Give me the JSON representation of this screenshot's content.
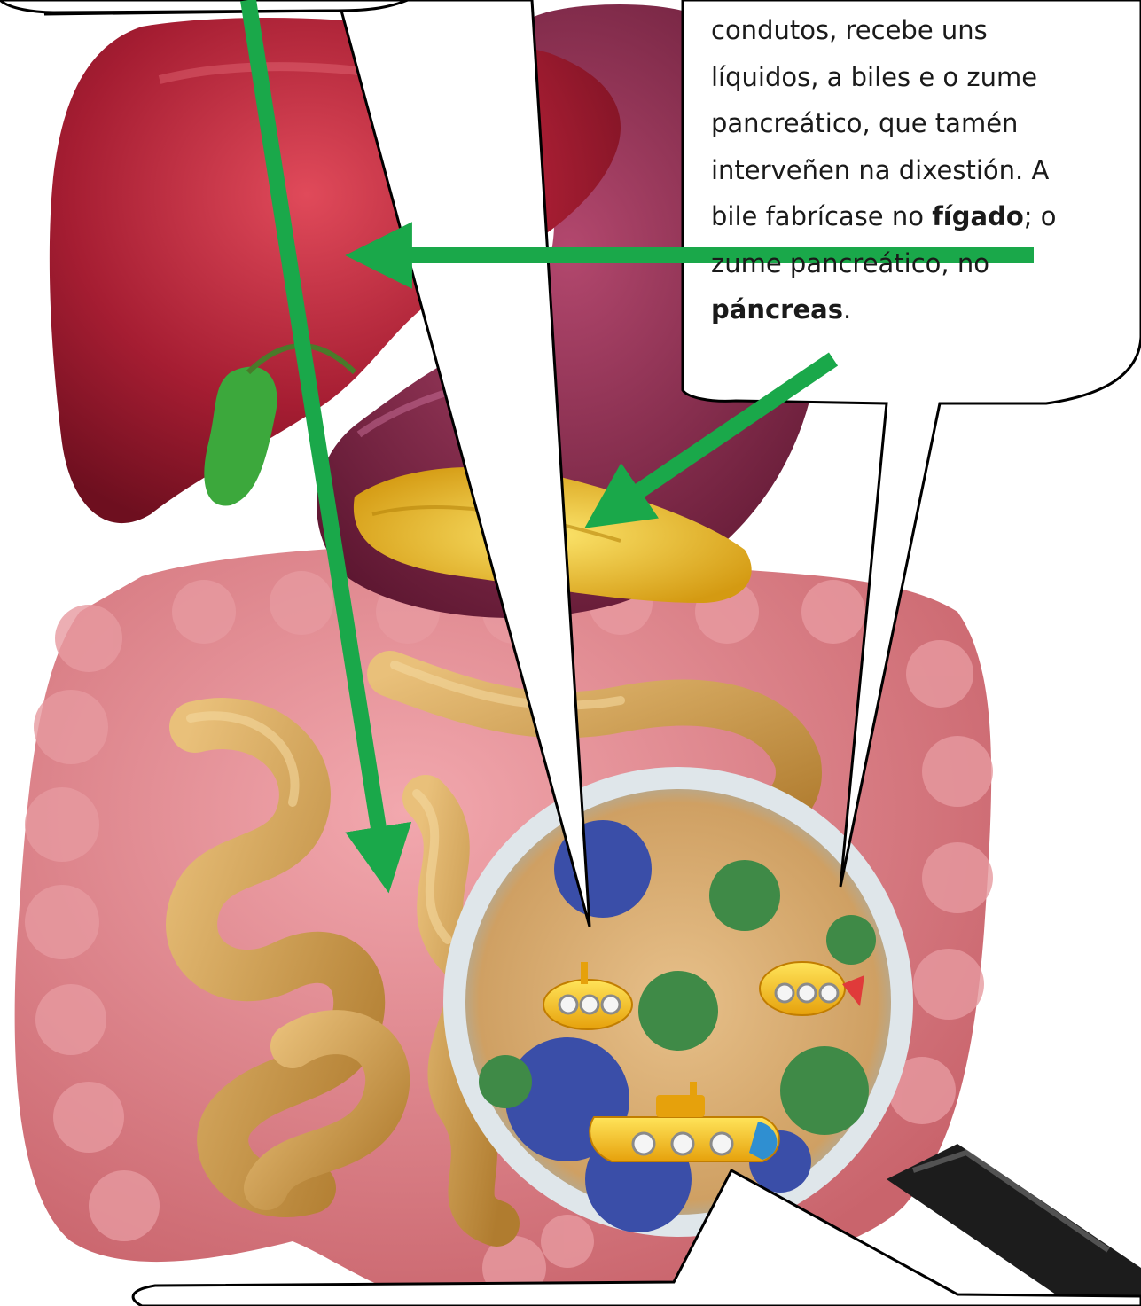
{
  "callout": {
    "lines": [
      [
        "condutos, recebe uns"
      ],
      [
        "líquidos, a biles e o zume"
      ],
      [
        "pancreático, que tamén"
      ],
      [
        "interveñen na dixestión. A"
      ],
      [
        "bile fabrícase no ",
        {
          "b": "fígado"
        },
        "; o"
      ],
      [
        "zume pancreático, no"
      ],
      [
        {
          "b": "páncreas"
        },
        "."
      ]
    ]
  },
  "colors": {
    "arrow": "#1aa84a",
    "liver": "#9c1c30",
    "stomach": "#7a2440",
    "pancreas": "#e8b820",
    "gallbladder": "#3ca83c",
    "large_intestine": "#d97f86",
    "small_intestine": "#c99a4a",
    "submarine": "#f4c21e",
    "germ_blue": "#3a4ea8",
    "germ_green": "#3f8a47"
  },
  "labels": {
    "figure_title": "",
    "note": ""
  }
}
